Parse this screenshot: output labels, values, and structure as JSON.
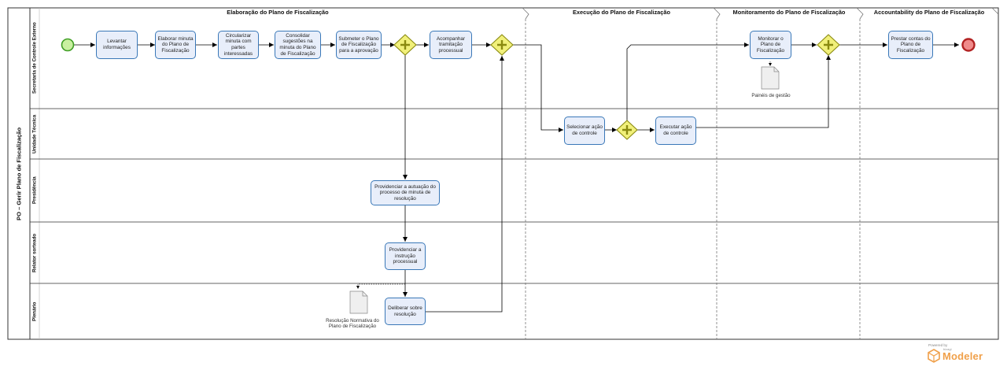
{
  "pool": {
    "label": "PO – Gerir Plano de Fiscalização"
  },
  "phases": [
    "Elaboração do Plano de Fiscalização",
    "Execução do Plano de Fiscalização",
    "Monitoramento do Plano de Fiscalização",
    "Accountability do Plano de Fiscalização"
  ],
  "lanes": [
    "Secretaria de Controle Externo",
    "Unidade Técnica",
    "Presidência",
    "Relator sorteado",
    "Plenário"
  ],
  "tasks": {
    "levantar": "Levantar informações",
    "elaborar": "Elaborar minuta do Plano de Fiscalização",
    "circularizar": "Circularizar minuta com partes interessadas",
    "consolidar": "Consolidar sugestões na minuta do Plano de Fiscalização",
    "submeter": "Submeter o Plano de Fiscalização para a aprovação",
    "acompanhar": "Acompanhar tramitação processual",
    "selecionar": "Selecionar ação de controle",
    "executar": "Executar ação de controle",
    "monitorar": "Monitorar o Plano de Fiscalização",
    "prestar": "Prestar contas do Plano de Fiscalização",
    "providenciar_autuacao": "Providenciar a autuação do processo de minuta de resolução",
    "providenciar_instrucao": "Providenciar a instrução processual",
    "deliberar": "Deliberar sobre resolução"
  },
  "documents": {
    "paineis": "Painéis de gestão",
    "resolucao_line1": "Resolução Normativa do",
    "resolucao_line2": "Plano de Fiscalização"
  },
  "footer": {
    "powered": "Powered by",
    "bizagi": "bizagi",
    "brand": "Modeler"
  },
  "colors": {
    "task_fill": "#e8eefa",
    "task_stroke": "#3a78b8",
    "gateway_fill": "#f1f07a",
    "gateway_stroke": "#8a8a10",
    "start_fill": "#c9f0a0",
    "start_stroke": "#3f9e24",
    "end_fill": "#f08a8a",
    "end_stroke": "#b22222",
    "brand": "#f0a04a"
  }
}
